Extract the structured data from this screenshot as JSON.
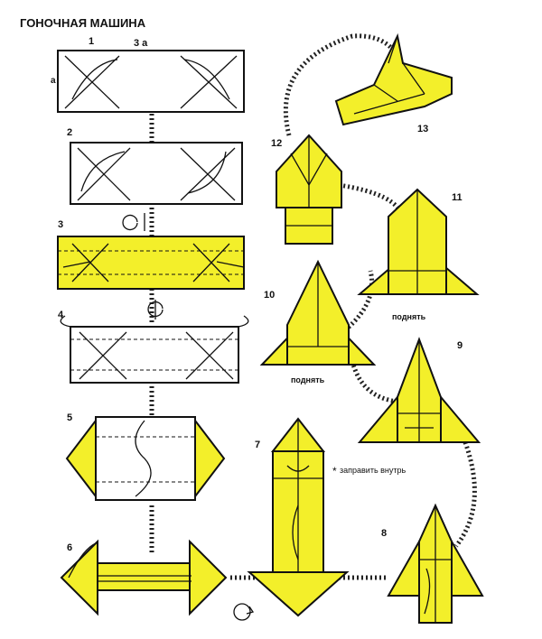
{
  "title": "ГОНОЧНАЯ МАШИНА",
  "colors": {
    "paper_front": "#f3ef2a",
    "paper_back": "#ffffff",
    "ink": "#111111"
  },
  "dimensions": {
    "short_side": "a",
    "long_side": "3 a"
  },
  "steps": [
    {
      "number": "1"
    },
    {
      "number": "2"
    },
    {
      "number": "3"
    },
    {
      "number": "4"
    },
    {
      "number": "5"
    },
    {
      "number": "6"
    },
    {
      "number": "7"
    },
    {
      "number": "8"
    },
    {
      "number": "9"
    },
    {
      "number": "10"
    },
    {
      "number": "11"
    },
    {
      "number": "12"
    },
    {
      "number": "13"
    }
  ],
  "notes": {
    "tuck_inside": "заправить внутрь",
    "lift_10": "поднять",
    "lift_11": "поднять"
  },
  "icons": {
    "valley": "valley-fold-symbol",
    "mountain": "mountain-fold-symbol",
    "turn_over": "turn-over-symbol",
    "tuck_star": "star-symbol"
  }
}
